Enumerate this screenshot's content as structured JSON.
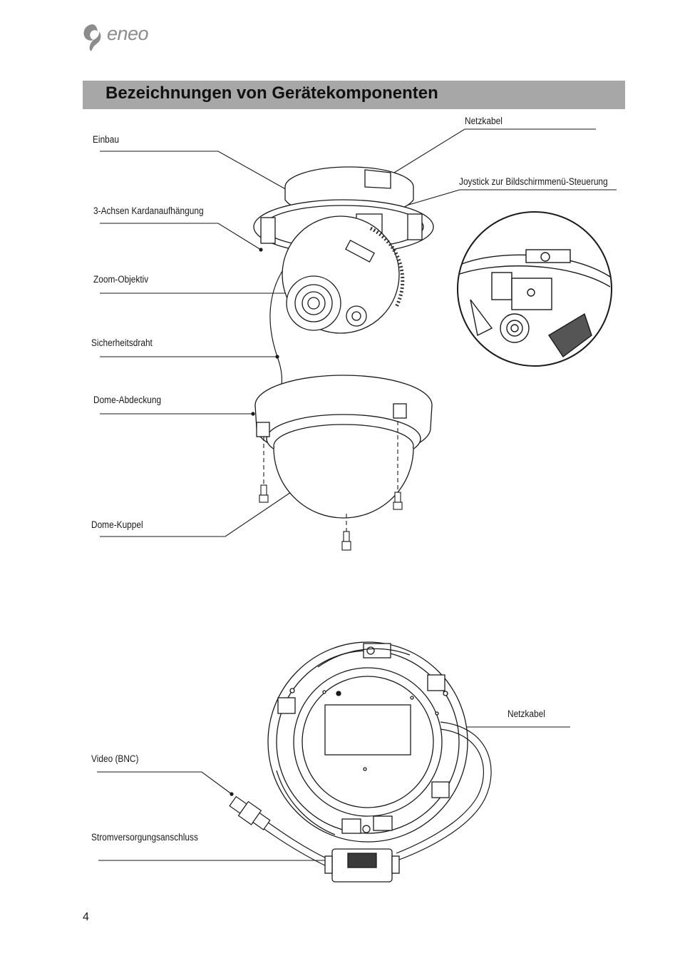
{
  "header": {
    "logo_text": "eneo",
    "title": "Bezeichnungen von Gerätekomponenten"
  },
  "labels": {
    "einbau": "Einbau",
    "netzkabel_top": "Netzkabel",
    "joystick": "Joystick zur Bildschirmmenü-Steuerung",
    "gimbal": "3-Achsen Kardanaufhängung",
    "zoom": "Zoom-Objektiv",
    "safety_wire": "Sicherheitsdraht",
    "dome_cover": "Dome-Abdeckung",
    "dome_bubble": "Dome-Kuppel",
    "netzkabel_bottom": "Netzkabel",
    "video": "Video (BNC)",
    "power": "Stromversorgungsanschluss"
  },
  "footer": {
    "page_number": "4"
  }
}
